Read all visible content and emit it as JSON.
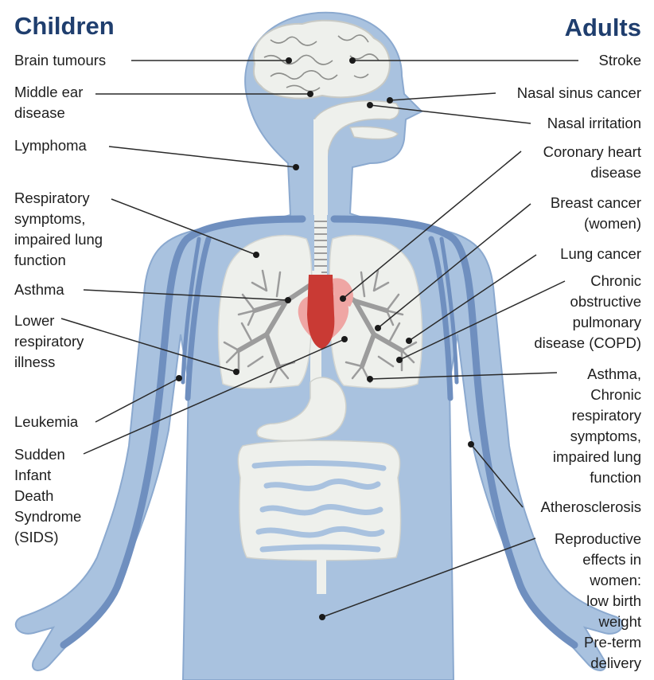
{
  "headers": {
    "left": "Children",
    "right": "Adults"
  },
  "children_labels": [
    "Brain tumours",
    "Middle ear\ndisease",
    "Lymphoma",
    "Respiratory\nsymptoms,\nimpaired lung\nfunction",
    "Asthma",
    "Lower\nrespiratory\nillness",
    "Leukemia",
    "Sudden\nInfant\nDeath\nSyndrome\n(SIDS)"
  ],
  "adult_labels": [
    "Stroke",
    "Nasal sinus cancer",
    "Nasal irritation",
    "Coronary heart\ndisease",
    "Breast cancer\n(women)",
    "Lung cancer",
    "Chronic\nobstructive\npulmonary\ndisease (COPD)",
    "Asthma,\nChronic\nrespiratory\nsymptoms,\nimpaired lung\nfunction",
    "Atherosclerosis",
    "Reproductive\neffects in\nwomen:\nlow birth\nweight\nPre-term\ndelivery"
  ],
  "colors": {
    "body": "#a9c2df",
    "body_outline": "#8ba9cf",
    "vessel": "#6f8fbf",
    "organ": "#eef0ec",
    "lung_branch": "#9c9c9c",
    "heart": "#c93a34",
    "heart_light": "#efa6a4",
    "header": "#1f3e6e"
  }
}
